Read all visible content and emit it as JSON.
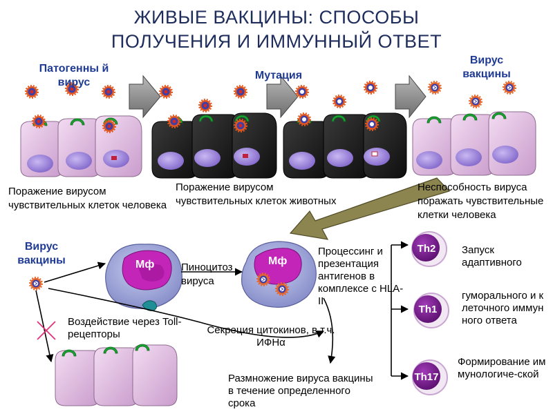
{
  "title_line1": "ЖИВЫЕ ВАКЦИНЫ: СПОСОБЫ",
  "title_line2": "ПОЛУЧЕНИЯ И ИММУННЫЙ ОТВЕТ",
  "top_labels": {
    "pathogenic_virus": "Патогенны й вирус",
    "mutation": "Мутация",
    "vaccine_virus": "Вирус вакцины"
  },
  "captions": {
    "human_cells": "Поражение вирусом чувствительных клеток человека",
    "animal_cells": "Поражение вирусом чувствительных клеток животных",
    "inability": "Неспособность вируса поражать чувствительные клетки человека",
    "vaccine_virus_left": "Вирус вакцины",
    "mf1": "Мф",
    "mf2": "Мф",
    "pinocytosis": "Пиноцитоз вируса",
    "processing": "Процессинг и презентация антигенов в комплексе с HLA-II",
    "toll": "Воздействие через Toll-рецепторы",
    "cytokines": "Секреция цитокинов, в т.ч. ИФНα",
    "replication": "Размножение вируса вакцины в течение определенного срока",
    "th2": "Th2",
    "th1": "Th1",
    "th17": "Th17",
    "th2_desc": "Запуск адаптивного",
    "th1_desc": "гуморального и клеточного иммунного ответа",
    "th17_desc": "Формирование иммунологиче-ской"
  },
  "colors": {
    "title": "#1f2d5c",
    "label_blue": "#1f3a93",
    "cell_pink": "#e8c3e6",
    "cell_dark": "#1c1c1c",
    "nucleus": "#8f7bd6",
    "th_cell": "#7a1f8e",
    "arrow_olive": "#8c8550"
  }
}
